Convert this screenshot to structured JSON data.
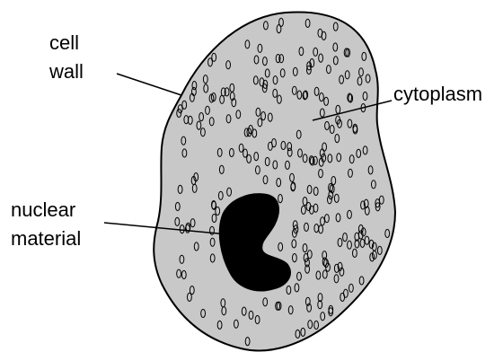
{
  "labels": {
    "cell_wall_line1": "cell",
    "cell_wall_line2": "wall",
    "cytoplasm": "cytoplasm",
    "nuclear_line1": "nuclear",
    "nuclear_line2": "material"
  },
  "colors": {
    "cytoplasm_fill": "#c8c8c8",
    "outline": "#000000",
    "nuclear_fill": "#000000",
    "granule_stroke": "#000000",
    "background": "#ffffff"
  }
}
